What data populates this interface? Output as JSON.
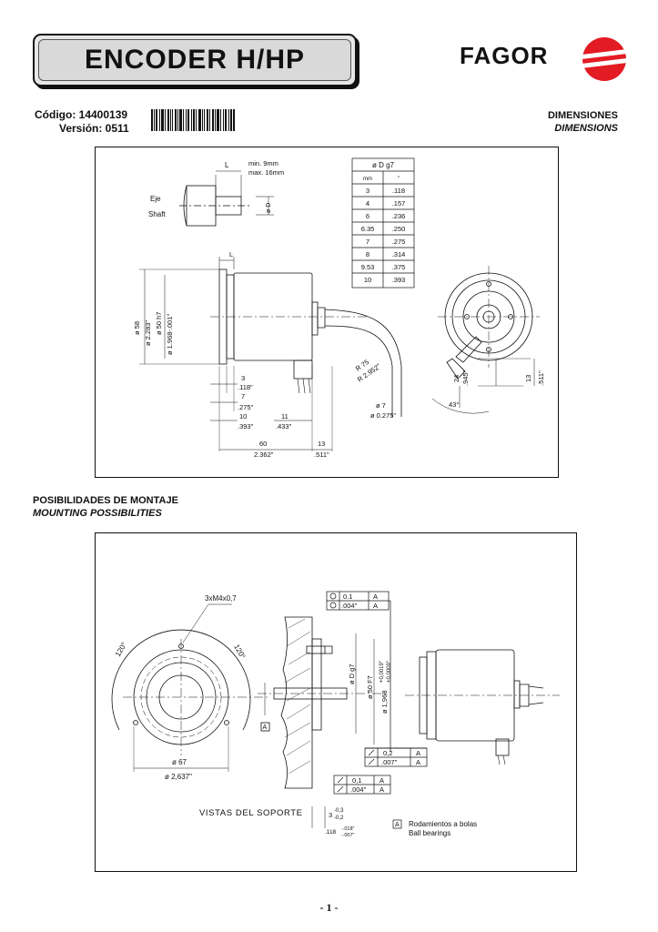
{
  "header": {
    "title": "ENCODER H/HP",
    "brand": "FAGOR",
    "code_label": "Código: 14400139",
    "version_label": "Versión: 0511",
    "section_es": "DIMENSIONES",
    "section_en": "DIMENSIONS"
  },
  "colors": {
    "brand_red": "#e31b23",
    "line": "#111111",
    "title_bg": "#d9d9d9"
  },
  "dimensions_drawing": {
    "shaft_l": "L",
    "shaft_min": "min. 9mm",
    "shaft_max": "max. 16mm",
    "shaft_eje": "Eje",
    "shaft_shaft": "Shaft",
    "shaft_d": "ø D",
    "table_header": "ø D g7",
    "table_col_mm": "mm",
    "table_col_in": "\"",
    "table_rows": [
      {
        "mm": "3",
        "in": ".118"
      },
      {
        "mm": "4",
        "in": ".157"
      },
      {
        "mm": "6",
        "in": ".236"
      },
      {
        "mm": "6.35",
        "in": ".250"
      },
      {
        "mm": "7",
        "in": ".275"
      },
      {
        "mm": "8",
        "in": ".314"
      },
      {
        "mm": "9.53",
        "in": ".375"
      },
      {
        "mm": "10",
        "in": ".393"
      }
    ],
    "body_l": "L",
    "d58": "ø 58",
    "d58_in": "ø 2.283\"",
    "d50": "ø 50 h7",
    "d50_in": "ø 1.968-.001\"",
    "dim3": "3",
    "dim3_in": ".118\"",
    "dim7": "7",
    "dim7_in": ".275\"",
    "dim10": "10",
    "dim10_in": ".393\"",
    "dim11": "11",
    "dim11_in": ".433\"",
    "dim60": "60",
    "dim60_in": "2.362\"",
    "dim13": "13",
    "dim13_in": ".511\"",
    "r75": "R 75",
    "r75_in": "R 2.952\"",
    "cable7": "ø 7",
    "cable7_in": "ø 0.275\"",
    "side24": "24",
    "side24_in": ".945\"",
    "side13": "13",
    "side13_in": ".511\"",
    "angle43": "43°"
  },
  "mounting": {
    "title_es": "POSIBILIDADES DE MONTAJE",
    "title_en": "MOUNTING POSSIBILITIES",
    "thread": "3xM4x0,7",
    "angle1": "120°",
    "angle2": "120°",
    "d67": "ø 67",
    "d67_in": "ø 2,637\"",
    "tol1_a": "0.1",
    "tol1_b": ".004\"",
    "datum": "A",
    "d_g7": "ø D g7",
    "d50f7": "ø 50 F7",
    "d50f7_in": "ø 1,968",
    "d50f7_tol_hi": "+0,0019\"",
    "d50f7_tol_lo": "+0,0009\"",
    "tol2_a": "0,2",
    "tol2_b": ".007\"",
    "tol3_a": "0,1",
    "tol3_b": ".004\"",
    "views": "VISTAS DEL SOPORTE",
    "dim3": "3",
    "dim3_hi": "-0,3",
    "dim3_lo": "-0,2",
    "dim118": ".118",
    "dim118_hi": "-.018\"",
    "dim118_lo": "-.007\"",
    "bearings_es": "Rodamientos a bolas",
    "bearings_en": "Ball bearings"
  },
  "footer": {
    "page": "- 1 -"
  }
}
